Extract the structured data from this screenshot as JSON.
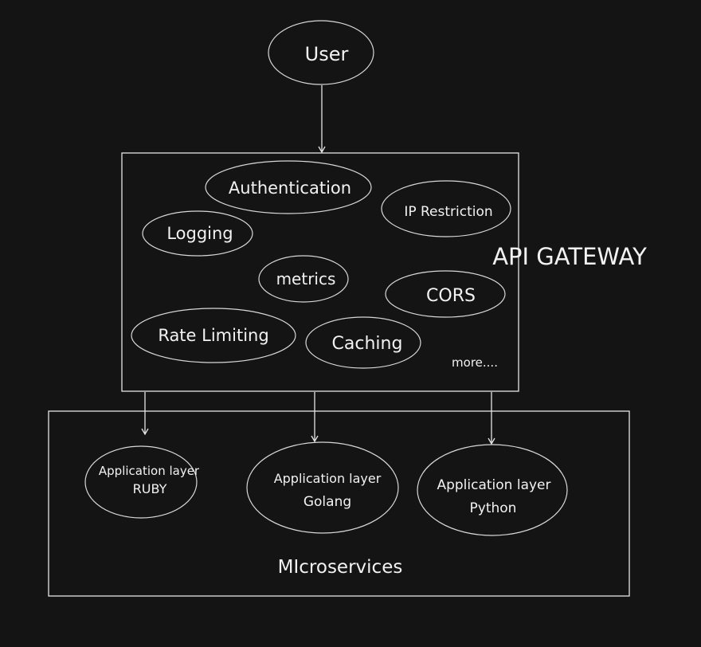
{
  "colors": {
    "background": "#141414",
    "stroke": "#e6e6e6",
    "text": "#f2f2f2"
  },
  "user": {
    "label": "User"
  },
  "gateway": {
    "title": "API GATEWAY",
    "features": {
      "authentication": "Authentication",
      "ip_restriction": "IP Restriction",
      "logging": "Logging",
      "metrics": "metrics",
      "cors": "CORS",
      "rate_limiting": "Rate Limiting",
      "caching": "Caching"
    },
    "more": "more...."
  },
  "microservices": {
    "title": "MIcroservices",
    "services": {
      "ruby": {
        "line1": "Application layer",
        "line2": "RUBY"
      },
      "golang": {
        "line1": "Application layer",
        "line2": "Golang"
      },
      "python": {
        "line1": "Application layer",
        "line2": "Python"
      }
    }
  }
}
